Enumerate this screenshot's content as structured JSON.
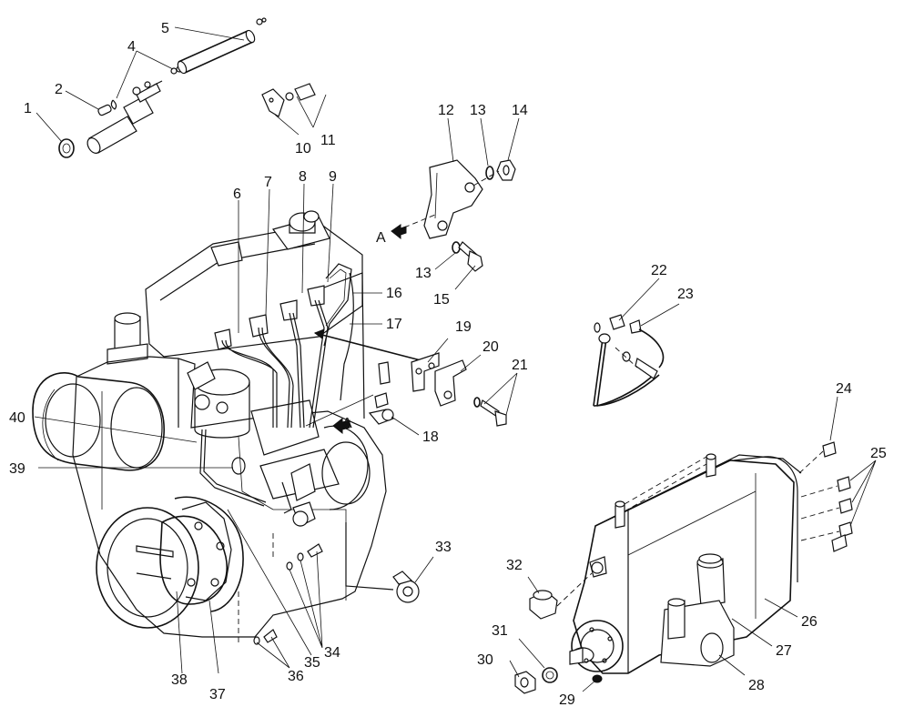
{
  "callouts": [
    {
      "id": "c1",
      "text": "1"
    },
    {
      "id": "c2",
      "text": "2"
    },
    {
      "id": "c4",
      "text": "4"
    },
    {
      "id": "c5",
      "text": "5"
    },
    {
      "id": "c6",
      "text": "6"
    },
    {
      "id": "c7",
      "text": "7"
    },
    {
      "id": "c8",
      "text": "8"
    },
    {
      "id": "c9",
      "text": "9"
    },
    {
      "id": "c10",
      "text": "10"
    },
    {
      "id": "c11",
      "text": "11"
    },
    {
      "id": "c12",
      "text": "12"
    },
    {
      "id": "c13a",
      "text": "13"
    },
    {
      "id": "c13b",
      "text": "13"
    },
    {
      "id": "c14",
      "text": "14"
    },
    {
      "id": "c15",
      "text": "15"
    },
    {
      "id": "c16",
      "text": "16"
    },
    {
      "id": "c17",
      "text": "17"
    },
    {
      "id": "c18",
      "text": "18"
    },
    {
      "id": "c19",
      "text": "19"
    },
    {
      "id": "c20",
      "text": "20"
    },
    {
      "id": "c21",
      "text": "21"
    },
    {
      "id": "c22",
      "text": "22"
    },
    {
      "id": "c23",
      "text": "23"
    },
    {
      "id": "c24",
      "text": "24"
    },
    {
      "id": "c25",
      "text": "25"
    },
    {
      "id": "c26",
      "text": "26"
    },
    {
      "id": "c27",
      "text": "27"
    },
    {
      "id": "c28",
      "text": "28"
    },
    {
      "id": "c29",
      "text": "29"
    },
    {
      "id": "c30",
      "text": "30"
    },
    {
      "id": "c31",
      "text": "31"
    },
    {
      "id": "c32",
      "text": "32"
    },
    {
      "id": "c33",
      "text": "33"
    },
    {
      "id": "c34",
      "text": "34"
    },
    {
      "id": "c35",
      "text": "35"
    },
    {
      "id": "c36",
      "text": "36"
    },
    {
      "id": "c37",
      "text": "37"
    },
    {
      "id": "c38",
      "text": "38"
    },
    {
      "id": "c39",
      "text": "39"
    },
    {
      "id": "c40",
      "text": "40"
    }
  ],
  "view_markers": [
    {
      "id": "a1",
      "text": "A"
    },
    {
      "id": "a2",
      "text": "A"
    }
  ]
}
